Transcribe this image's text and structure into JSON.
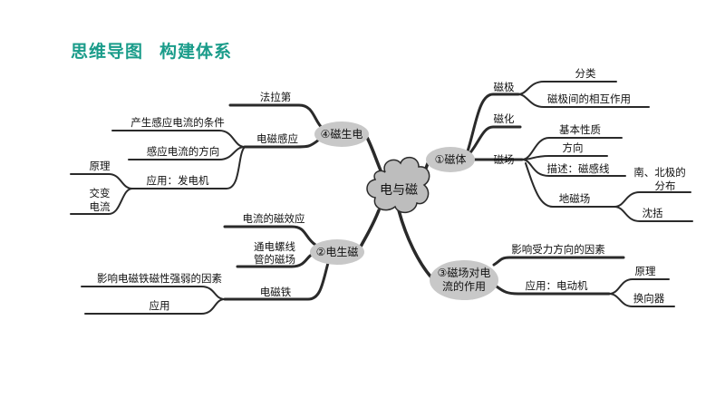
{
  "header": {
    "title_part1": "思维导图",
    "title_part2": "构建体系"
  },
  "center": "电与磁",
  "nodes": {
    "magnet": {
      "title": "①磁体",
      "pole": "磁极",
      "pole_classify": "分类",
      "pole_interaction": "磁极间的相互作用",
      "magnetize": "磁化",
      "field": "磁场",
      "field_basic": "基本性质",
      "field_direction": "方向",
      "field_describe": "描述：磁感线",
      "earth_field": "地磁场",
      "earth_poles_1": "南、北极的",
      "earth_poles_2": "分布",
      "earth_shenkuo": "沈括"
    },
    "field_force": {
      "title_1": "③磁场对电",
      "title_2": "流的作用",
      "force_factors": "影响受力方向的因素",
      "app_motor": "应用：电动机",
      "motor_principle": "原理",
      "commutator": "换向器"
    },
    "current_magnetic": {
      "title": "②电生磁",
      "current_effect": "电流的磁效应",
      "solenoid_1": "通电螺线",
      "solenoid_2": "管的磁场",
      "electromagnet": "电磁铁",
      "em_factors": "影响电磁铁磁性强弱的因素",
      "em_application": "应用"
    },
    "magnetic_current": {
      "title": "④磁生电",
      "faraday": "法拉第",
      "induction": "电磁感应",
      "induction_condition": "产生感应电流的条件",
      "induction_direction": "感应电流的方向",
      "app_generator": "应用：发电机",
      "gen_principle": "原理",
      "ac_1": "交变",
      "ac_2": "电流"
    }
  },
  "colors": {
    "title": "#1a9c8a",
    "node_fill": "#c8c8c8",
    "branch": "#2a2a2a"
  }
}
